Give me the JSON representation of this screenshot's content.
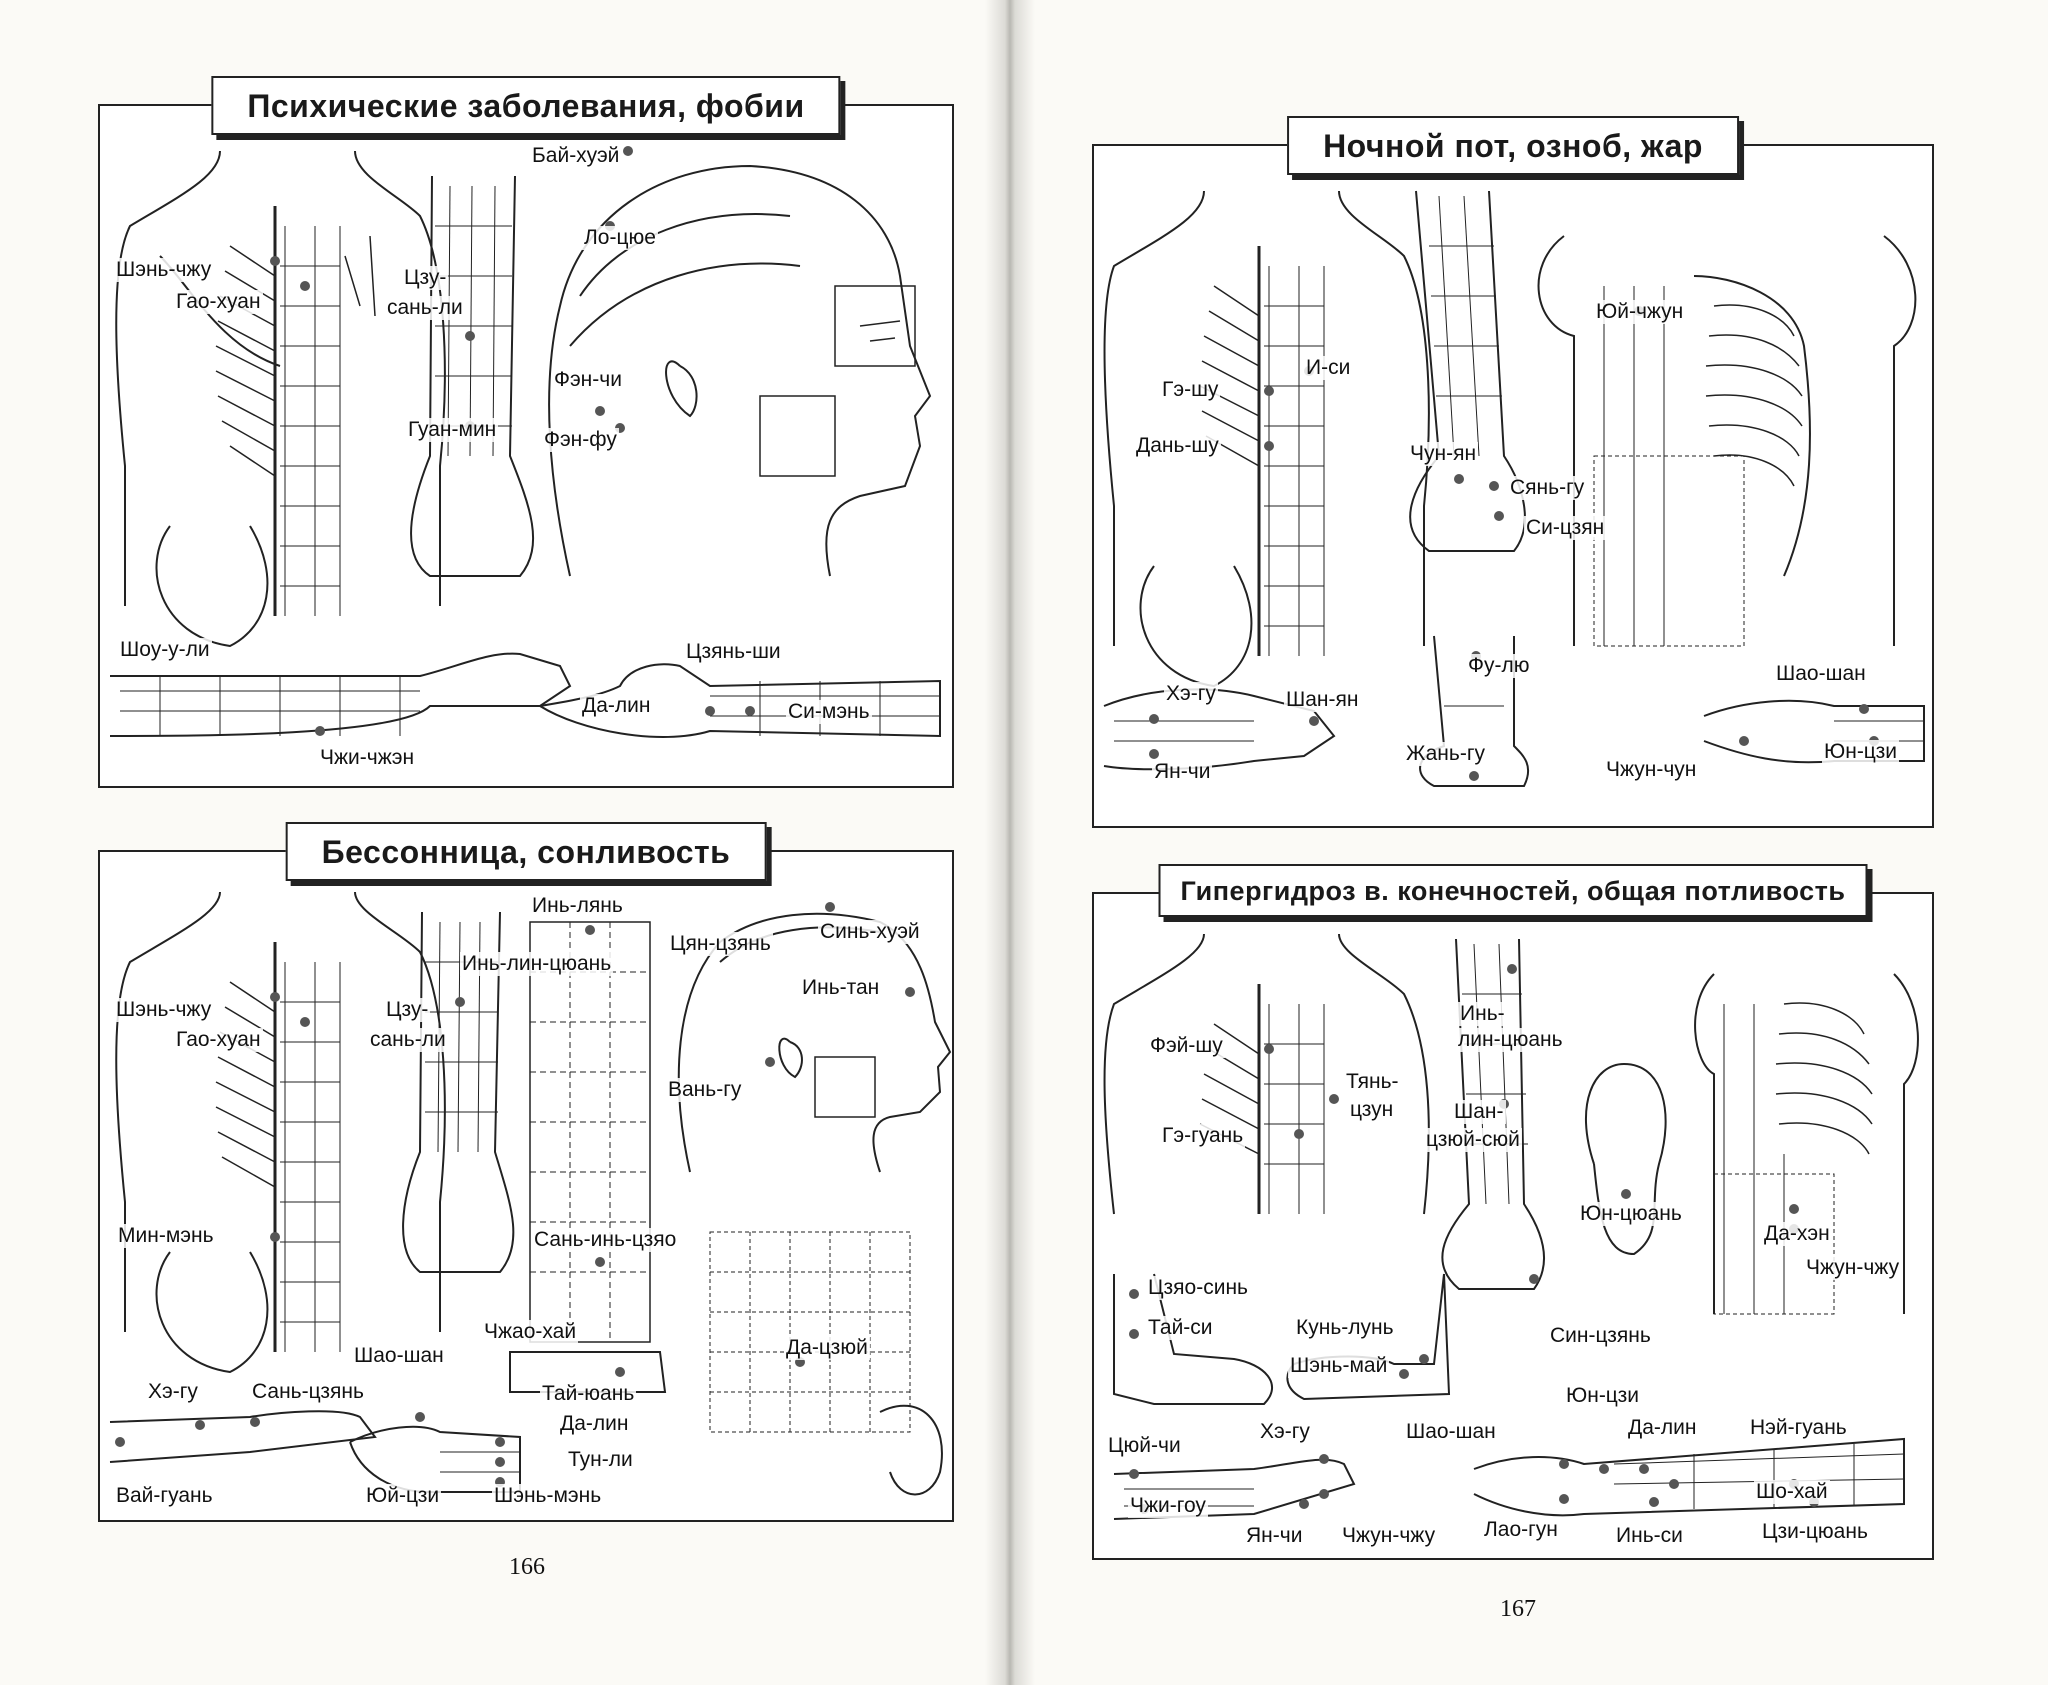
{
  "pages": [
    {
      "number": "166",
      "panels": [
        {
          "title": "Психические заболевания, фобии",
          "points": [
            "Бай-хуэй",
            "Ло-цюе",
            "Шэнь-чжу",
            "Гао-хуан",
            "Цзу-",
            "сань-ли",
            "Фэн-чи",
            "Фэн-фу",
            "Гуан-мин",
            "Шоу-у-ли",
            "Цзянь-ши",
            "Да-лин",
            "Си-мэнь",
            "Чжи-чжэн"
          ]
        },
        {
          "title": "Бессонница, сонливость",
          "points": [
            "Инь-лянь",
            "Цян-цзянь",
            "Синь-хуэй",
            "Инь-лин-цюань",
            "Инь-тан",
            "Шэнь-чжу",
            "Гао-хуан",
            "Цзу-",
            "сань-ли",
            "Вань-гу",
            "Мин-мэнь",
            "Сань-инь-цзяо",
            "Чжао-хай",
            "Да-цзюй",
            "Шао-шан",
            "Хэ-гу",
            "Сань-цзянь",
            "Тай-юань",
            "Да-лин",
            "Тун-ли",
            "Вай-гуань",
            "Юй-цзи",
            "Шэнь-мэнь"
          ]
        }
      ]
    },
    {
      "number": "167",
      "panels": [
        {
          "title": "Ночной пот, озноб, жар",
          "points": [
            "Юй-чжун",
            "И-си",
            "Гэ-шу",
            "Дань-шу",
            "Чун-ян",
            "Сянь-гу",
            "Си-цзян",
            "Фу-лю",
            "Хэ-гу",
            "Шан-ян",
            "Шао-шан",
            "Жань-гу",
            "Ян-чи",
            "Чжун-чун",
            "Юн-цзи"
          ]
        },
        {
          "title": "Гипергидроз в. конечностей, общая потливость",
          "points": [
            "Инь-",
            "лин-цюань",
            "Фэй-шу",
            "Тянь-",
            "цзун",
            "Шан-",
            "цзюй-сюй",
            "Гэ-гуань",
            "Юн-цюань",
            "Да-хэн",
            "Чжун-чжу",
            "Цзяо-синь",
            "Тай-си",
            "Кунь-лунь",
            "Шэнь-май",
            "Син-цзянь",
            "Юн-цзи",
            "Цюй-чи",
            "Хэ-гу",
            "Шао-шан",
            "Да-лин",
            "Нэй-гуань",
            "Чжи-гоу",
            "Шо-хай",
            "Ян-чи",
            "Чжун-чжу",
            "Лао-гун",
            "Инь-си",
            "Цзи-цюань"
          ]
        }
      ]
    }
  ]
}
